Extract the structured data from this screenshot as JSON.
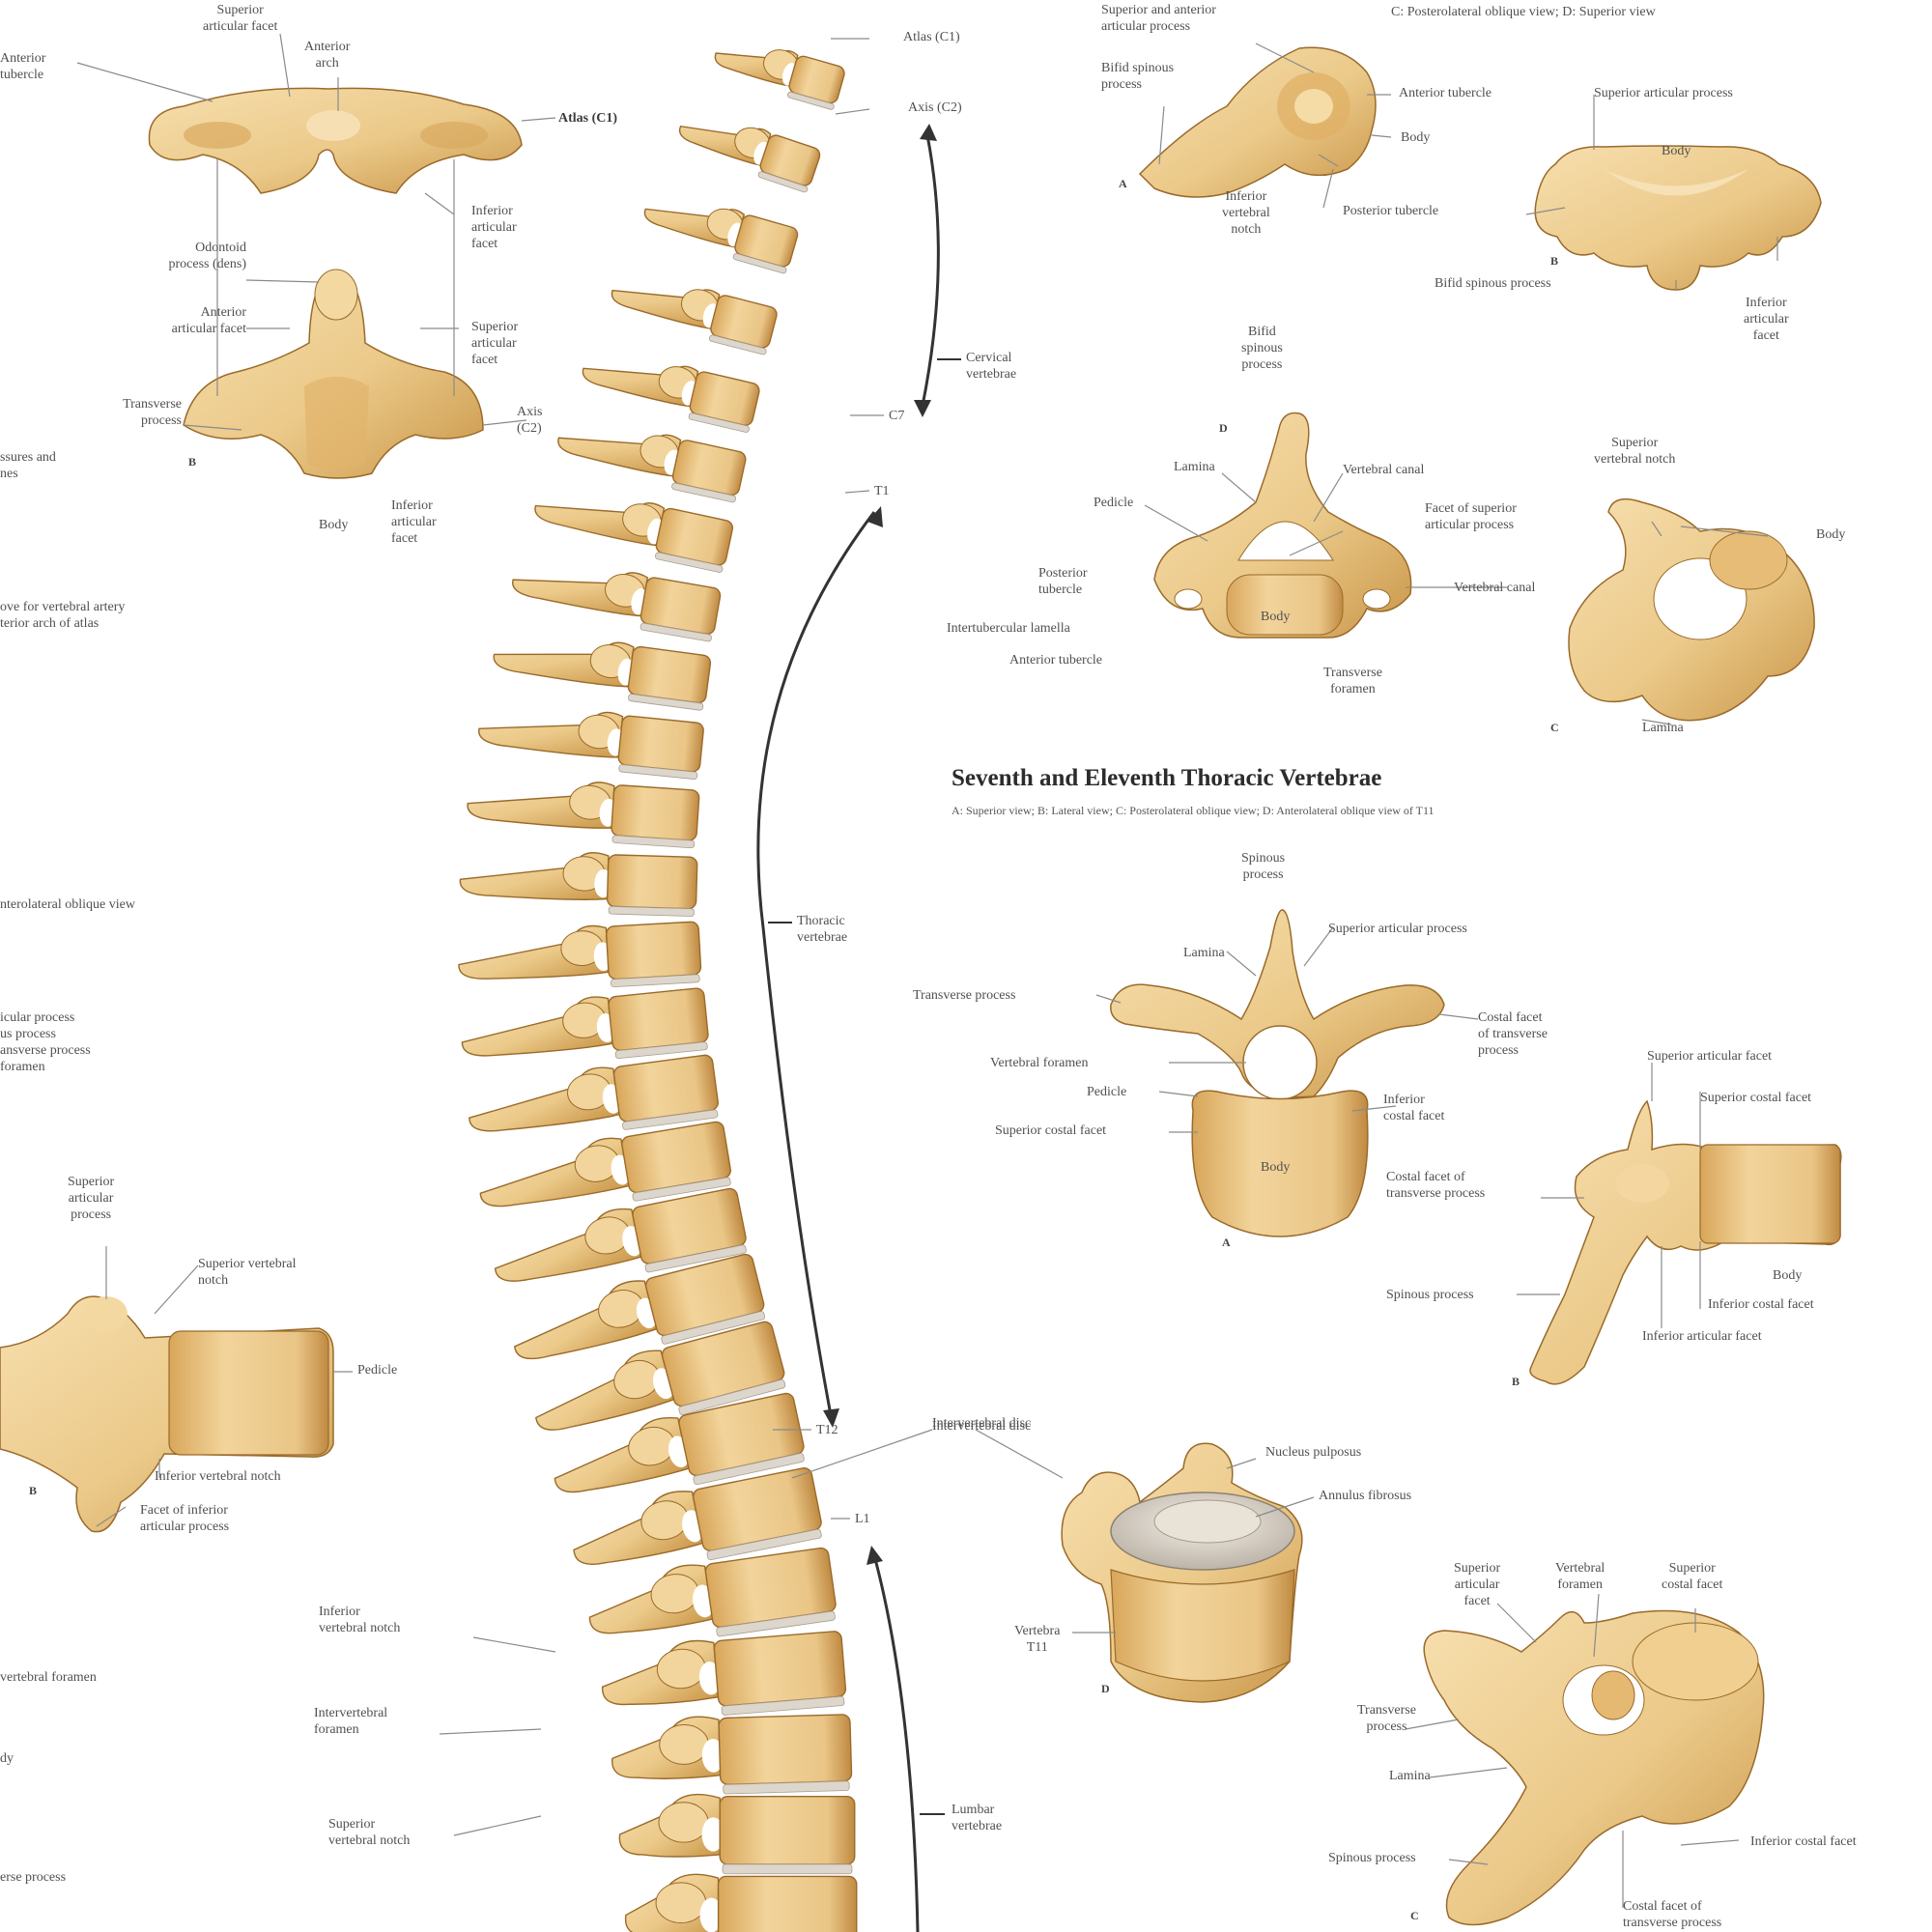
{
  "colors": {
    "bone": "#ebc989",
    "bone_light": "#f5dba6",
    "bone_shadow": "#b8843e",
    "bone_outline": "#9a6a2a",
    "disc": "#ddd6cc",
    "leader": "#8a8a8a",
    "background": "#ffffff"
  },
  "section": {
    "title": "Seventh and Eleventh Thoracic Vertebrae",
    "subtitle": "A: Superior view; B: Lateral view; C: Posterolateral oblique view; D: Anterolateral oblique view of T11"
  },
  "labels": {
    "atlas_superior_articular_facet": "Superior\narticular facet",
    "atlas_anterior_arch": "Anterior\narch",
    "atlas_anterior_tubercle": "Anterior\ntubercle",
    "atlas_c1": "Atlas (C1)",
    "atlas_inferior_articular_facet": "Inferior\narticular\nfacet",
    "dens_label": "Odontoid\nprocess (dens)",
    "axis_anterior_articular_facet": "Anterior\narticular facet",
    "axis_superior_articular_facet": "Superior\narticular\nfacet",
    "axis_transverse_process": "Transverse\nprocess",
    "axis_c2": "Axis\n(C2)",
    "axis_body": "Body",
    "axis_inferior_articular_facet": "Inferior\narticular\nfacet",
    "axis_letter_b": "B",
    "left_edge_a": "ssures and\nnes",
    "left_edge_b": "ove for vertebral artery\nterior arch of atlas",
    "left_edge_c": "nterolateral oblique view",
    "left_edge_d": "icular process\nus process\nansverse process\nforamen",
    "lat_superior_articular_process": "Superior\narticular\nprocess",
    "lat_superior_vertebral_notch": "Superior vertebral\nnotch",
    "lat_pedicle": "Pedicle",
    "lat_inferior_vertebral_notch": "Inferior vertebral notch",
    "lat_facet_inferior_articular": "Facet of inferior\narticular process",
    "lat_letter_b": "B",
    "left_edge_e": "vertebral foramen",
    "left_edge_f": "dy",
    "left_edge_g": "erse process",
    "spine_atlas": "Atlas (C1)",
    "spine_axis": "Axis (C2)",
    "spine_cervical": "Cervical\nvertebrae",
    "spine_c7": "C7",
    "spine_t1": "T1",
    "spine_thoracic": "Thoracic\nvertebrae",
    "spine_t12": "T12",
    "spine_intervertebral_disc": "Intervertebral disc",
    "spine_l1": "L1",
    "spine_lumbar": "Lumbar\nvertebrae",
    "spine_inferior_vertebral_notch": "Inferior\nvertebral notch",
    "spine_intervertebral_foramen": "Intervertebral\nforamen",
    "spine_superior_vertebral_notch": "Superior\nvertebral notch",
    "c_top_superior_articular": "Superior and anterior\narticular process",
    "c_top_view_caption": "C: Posterolateral oblique view; D: Superior view",
    "c_bifid_spinous": "Bifid spinous\nprocess",
    "c_anterior_tubercle": "Anterior tubercle",
    "c_superior_articular_process": "Superior articular process",
    "c_body": "Body",
    "c_inferior_vertebral_notch": "Inferior\nvertebral\nnotch",
    "c_posterior_tubercle": "Posterior tubercle",
    "c_body2": "Body",
    "c_bifid_spinous2": "Bifid spinous process",
    "c_inferior_articular_facet": "Inferior\narticular\nfacet",
    "c_letter_a": "A",
    "c_letter_b": "B",
    "sup_bifid_spinous": "Bifid\nspinous\nprocess",
    "sup_lamina": "Lamina",
    "sup_vertebral_canal": "Vertebral canal",
    "sup_pedicle": "Pedicle",
    "sup_facet_superior_articular": "Facet of superior\narticular process",
    "sup_posterior_tubercle": "Posterior\ntubercle",
    "sup_intertubercular_lamella": "Intertubercular lamella",
    "sup_anterior_tubercle": "Anterior tubercle",
    "sup_body": "Body",
    "sup_transverse_foramen": "Transverse\nforamen",
    "sup_letter_d": "D",
    "obl_superior_vertebral_notch": "Superior\nvertebral notch",
    "obl_body": "Body",
    "obl_vertebral_canal": "Vertebral canal",
    "obl_lamina": "Lamina",
    "obl_letter_c": "C",
    "t7_spinous_process": "Spinous\nprocess",
    "t7_lamina": "Lamina",
    "t7_superior_articular_process": "Superior articular process",
    "t7_transverse_process": "Transverse process",
    "t7_costal_facet_transverse": "Costal facet\nof transverse\nprocess",
    "t7_vertebral_foramen": "Vertebral foramen",
    "t7_pedicle": "Pedicle",
    "t7_superior_costal_facet": "Superior costal facet",
    "t7_inferior_costal_facet": "Inferior\ncostal facet",
    "t7_body": "Body",
    "t7_letter_a": "A",
    "t7b_superior_articular_facet": "Superior articular facet",
    "t7b_superior_costal_facet": "Superior costal facet",
    "t7b_costal_facet_transverse": "Costal facet of\ntransverse process",
    "t7b_spinous_process": "Spinous process",
    "t7b_body": "Body",
    "t7b_inferior_costal_facet": "Inferior costal facet",
    "t7b_inferior_articular_facet": "Inferior articular facet",
    "t7b_letter_b": "B",
    "t11_intervertebral_disc": "Intervertebral disc",
    "t11_nucleus_pulposus": "Nucleus pulposus",
    "t11_annulus_fibrosus": "Annulus fibrosus",
    "t11_vertebra": "Vertebra\nT11",
    "t11_letter_d": "D",
    "t11c_superior_articular_facet": "Superior\narticular\nfacet",
    "t11c_vertebral_foramen": "Vertebral\nforamen",
    "t11c_superior_costal_facet": "Superior\ncostal facet",
    "t11c_transverse_process": "Transverse\nprocess",
    "t11c_lamina": "Lamina",
    "t11c_spinous_process": "Spinous process",
    "t11c_inferior_costal_facet": "Inferior costal facet",
    "t11c_costal_facet_transverse": "Costal facet of\ntransverse process",
    "t11c_letter_c": "C"
  }
}
